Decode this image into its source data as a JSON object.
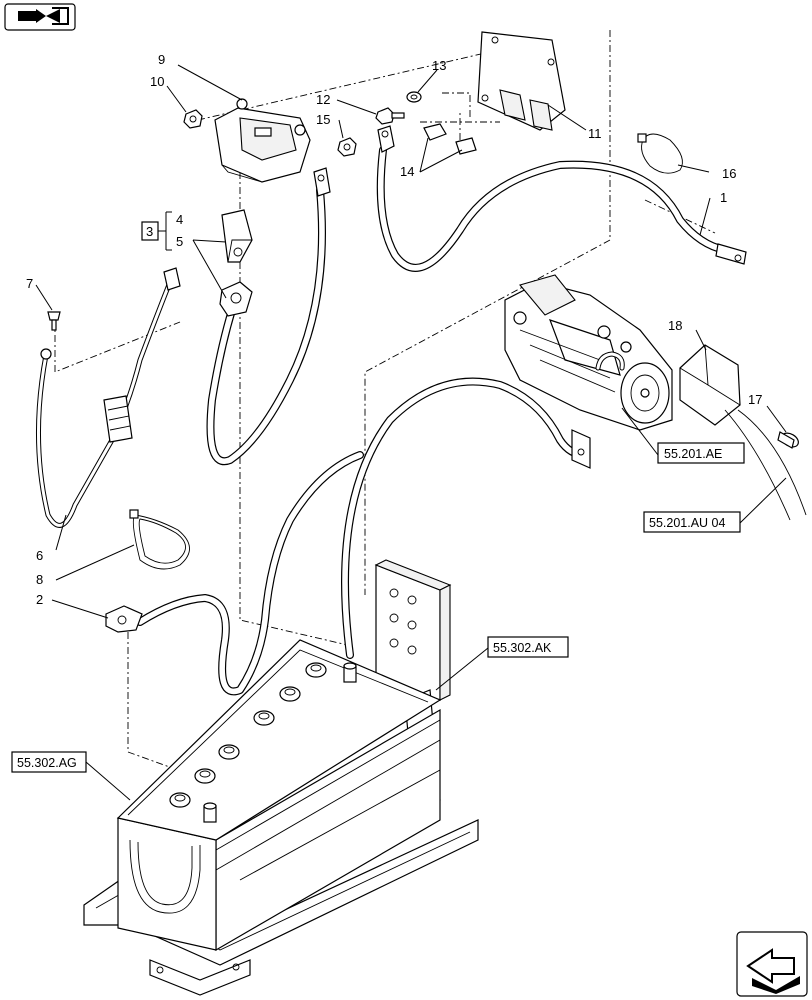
{
  "callouts": {
    "c1": "1",
    "c2": "2",
    "c3": "3",
    "c4": "4",
    "c5": "5",
    "c6": "6",
    "c7": "7",
    "c8": "8",
    "c9": "9",
    "c10": "10",
    "c11": "11",
    "c12": "12",
    "c13": "13",
    "c14": "14",
    "c15": "15",
    "c16": "16",
    "c17": "17",
    "c18": "18"
  },
  "references": {
    "starter": "55.201.AE",
    "starter_harness": "55.201.AU 04",
    "battery_bracket": "55.302.AK",
    "battery": "55.302.AG"
  },
  "icons": {
    "top_left": "book-arrow-icon",
    "bottom_right": "next-page-arrow-icon"
  }
}
